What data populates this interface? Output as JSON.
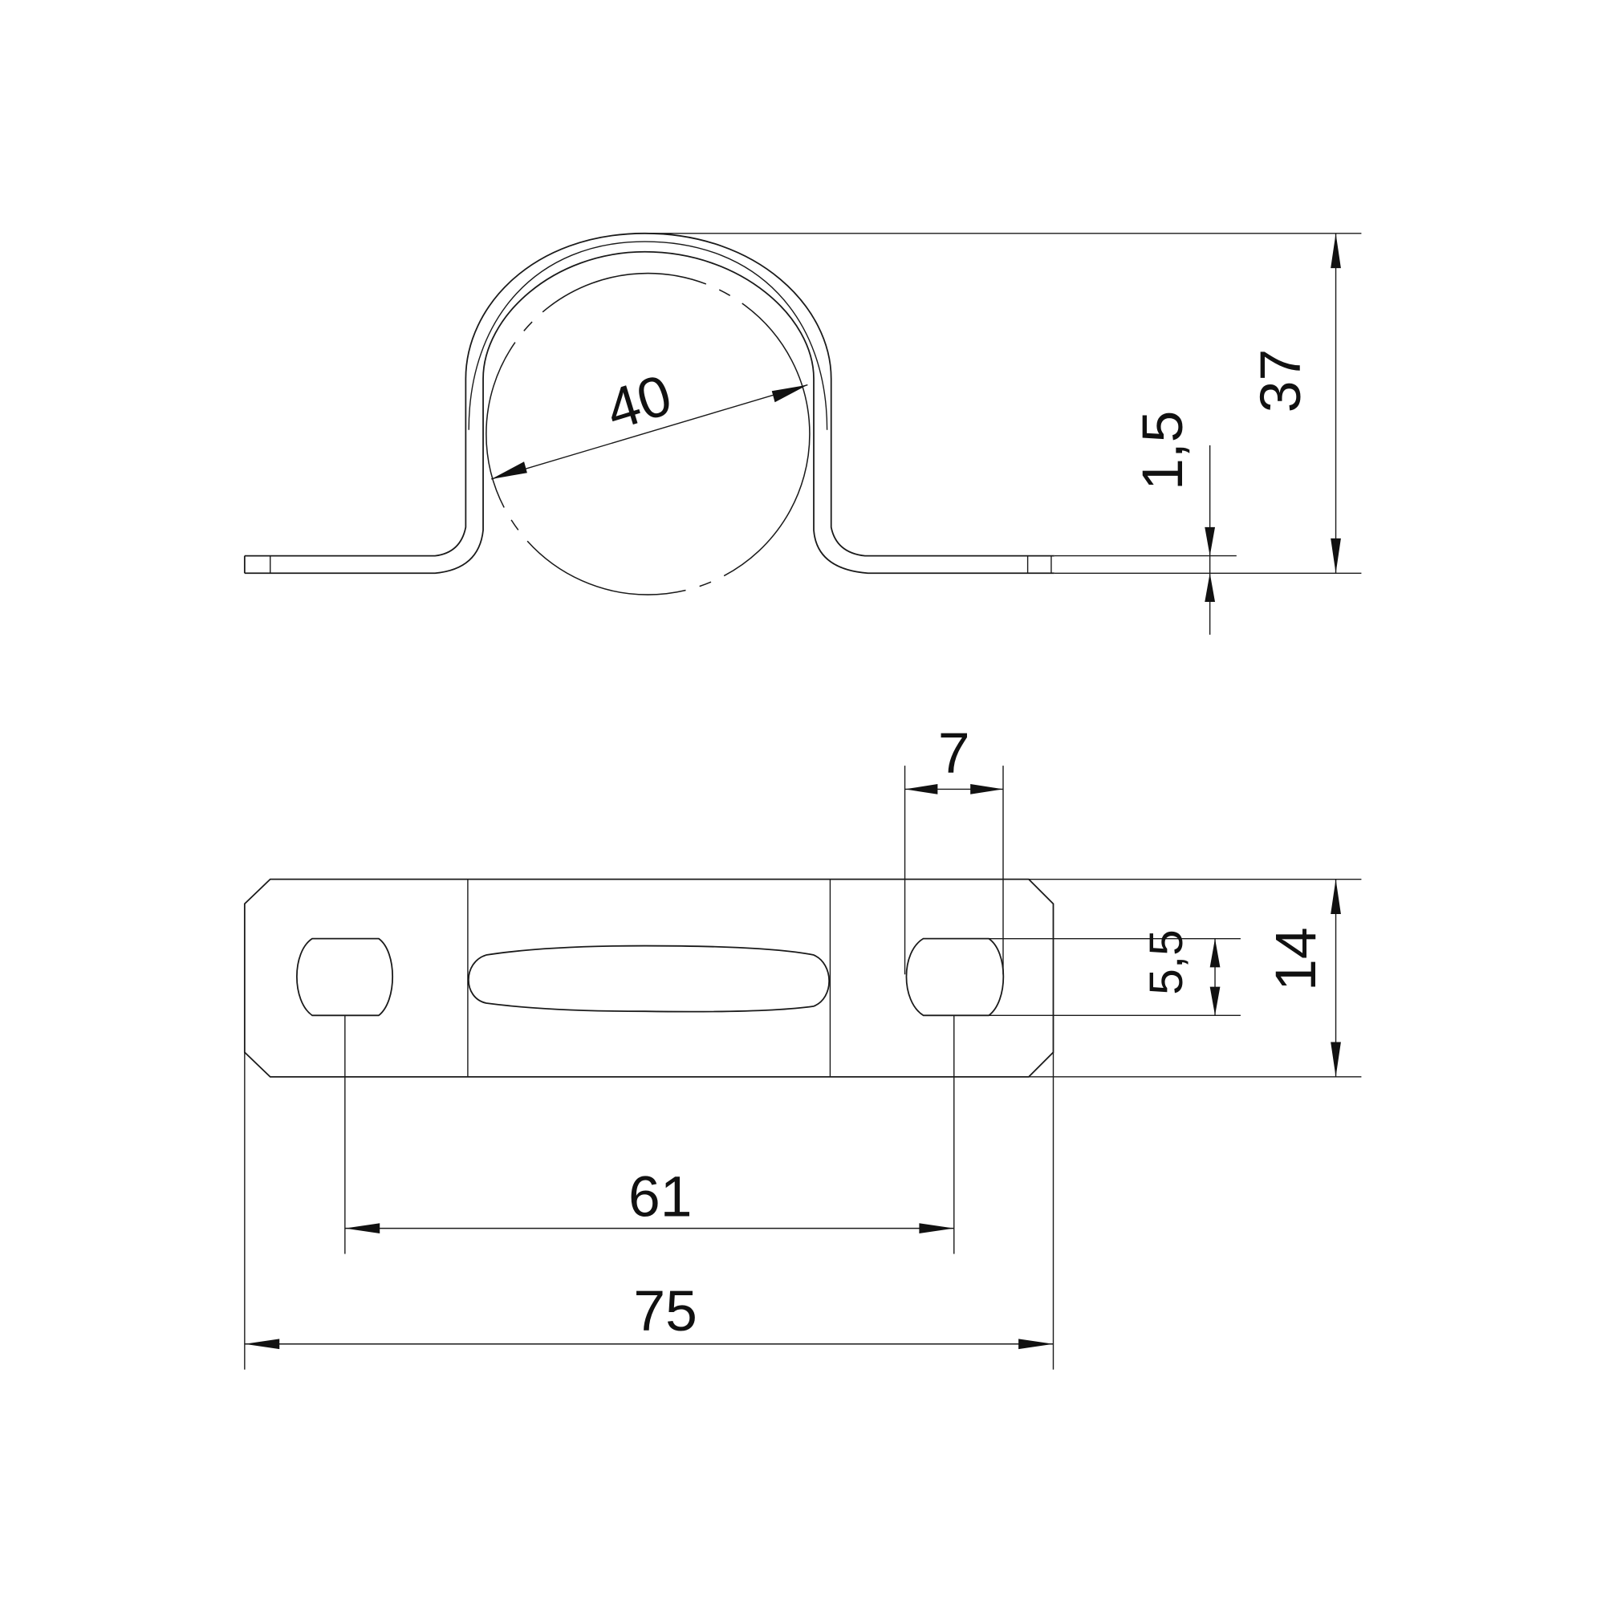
{
  "drawing": {
    "subject": "Pipe clamp (two-hole saddle)",
    "colors": {
      "line": "#1a1a1a",
      "background": "#ffffff"
    }
  },
  "front_view": {
    "dimensions": {
      "inner_diameter": "40",
      "overall_height": "37",
      "material_thickness": "1,5"
    }
  },
  "top_view": {
    "dimensions": {
      "slot_width": "7",
      "slot_height": "5,5",
      "overall_width": "14",
      "hole_spacing": "61",
      "overall_length": "75"
    }
  }
}
